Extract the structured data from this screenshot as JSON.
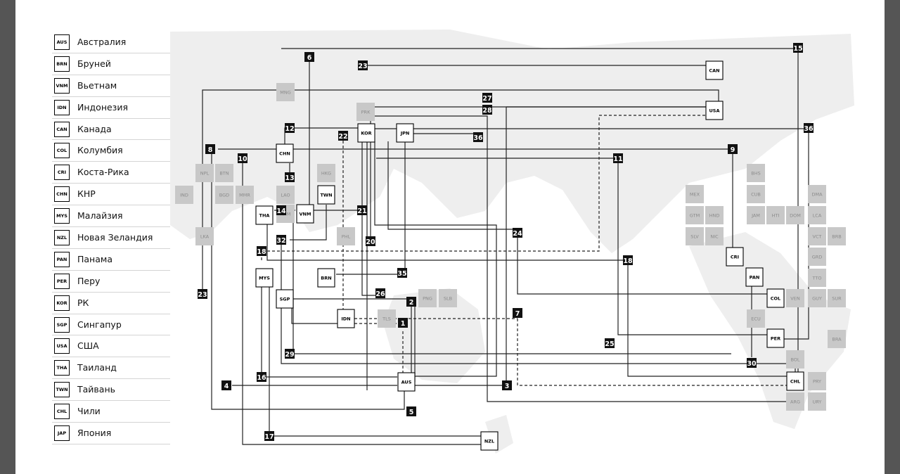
{
  "legend": [
    {
      "code": "AUS",
      "name": "Австралия"
    },
    {
      "code": "BRN",
      "name": "Бруней"
    },
    {
      "code": "VNM",
      "name": "Вьетнам"
    },
    {
      "code": "IDN",
      "name": "Индонезия"
    },
    {
      "code": "CAN",
      "name": "Канада"
    },
    {
      "code": "COL",
      "name": "Колумбия"
    },
    {
      "code": "CRI",
      "name": "Коста-Рика"
    },
    {
      "code": "CHN",
      "name": "КНР"
    },
    {
      "code": "MYS",
      "name": "Малайзия"
    },
    {
      "code": "NZL",
      "name": "Новая Зеландия"
    },
    {
      "code": "PAN",
      "name": "Панама"
    },
    {
      "code": "PER",
      "name": "Перу"
    },
    {
      "code": "KOR",
      "name": "РК"
    },
    {
      "code": "SGP",
      "name": "Сингапур"
    },
    {
      "code": "USA",
      "name": "США"
    },
    {
      "code": "THA",
      "name": "Таиланд"
    },
    {
      "code": "TWN",
      "name": "Тайвань"
    },
    {
      "code": "CHL",
      "name": "Чили"
    },
    {
      "code": "JAP",
      "name": "Япония"
    }
  ],
  "members": [
    "CAN",
    "USA",
    "CHN",
    "KOR",
    "JPN",
    "TWN",
    "VNM",
    "THA",
    "MYS",
    "SGP",
    "BRN",
    "IDN",
    "AUS",
    "NZL",
    "CRI",
    "PAN",
    "COL",
    "PER",
    "CHL"
  ],
  "others": [
    "MNG",
    "PRK",
    "NPL",
    "BTN",
    "HKG",
    "IND",
    "BGD",
    "MMR",
    "LAO",
    "KHM",
    "LKA",
    "PHL",
    "PNG",
    "SLB",
    "TLS",
    "MEX",
    "GTM",
    "HND",
    "SLV",
    "NIC",
    "BHS",
    "CUB",
    "JAM",
    "HTI",
    "DOM",
    "DMA",
    "LCA",
    "VCT",
    "BRB",
    "GRD",
    "TTO",
    "VEN",
    "GUY",
    "SUR",
    "ECU",
    "BRA",
    "BOL",
    "PRY",
    "ARG",
    "URY"
  ],
  "agreements": [
    "1",
    "2",
    "3",
    "4",
    "5",
    "6",
    "7",
    "8",
    "9",
    "10",
    "11",
    "12",
    "13",
    "14",
    "15",
    "16",
    "17",
    "18",
    "18",
    "20",
    "21",
    "22",
    "23",
    "23",
    "24",
    "25",
    "26",
    "27",
    "28",
    "29",
    "30",
    "32",
    "35",
    "36",
    "36"
  ],
  "colors": {
    "map": "#eeeeee",
    "other_box": "#c8c8c8",
    "other_text": "#8a8a8a",
    "line": "#222222",
    "badge": "#111111",
    "frame": "#555555"
  }
}
